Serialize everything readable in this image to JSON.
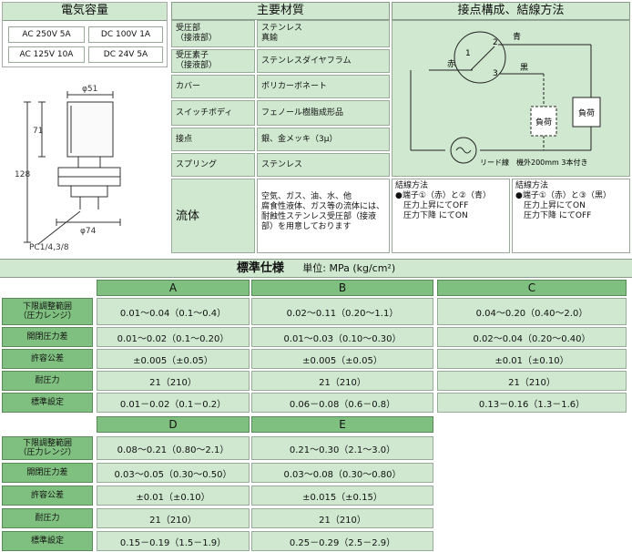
{
  "capacity": {
    "title": "電気容量",
    "cells": [
      "AC 250V 5A",
      "DC 100V 1A",
      "AC 125V 10A",
      "DC 24V 5A"
    ]
  },
  "dims": {
    "phi51": "φ51",
    "d71": "71",
    "d128": "128",
    "phi74": "φ74",
    "thread": "PC1/4,3/8"
  },
  "materials": {
    "title": "主要材質",
    "rows": [
      {
        "k": "受圧部\n（接液部）",
        "v": "ステンレス\n真鍮"
      },
      {
        "k": "受圧素子\n（接液部）",
        "v": "ステンレスダイヤフラム"
      },
      {
        "k": "カバー",
        "v": "ポリカーボネート"
      },
      {
        "k": "スイッチボディ",
        "v": "フェノール樹脂成形品"
      },
      {
        "k": "接点",
        "v": "銀、金メッキ（3μ）"
      },
      {
        "k": "スプリング",
        "v": "ステンレス"
      }
    ],
    "fluid_label": "流体",
    "fluid_value": "空気、ガス、油、水、他\n腐食性液体、ガス等の流体には、耐蝕性ステンレス受圧部（接液部）を用意しております"
  },
  "wiring": {
    "title": "接点構成、結線方法",
    "red": "赤",
    "blue": "青",
    "black": "黒",
    "n1": "1",
    "n2": "2",
    "n3": "3",
    "load": "負荷",
    "lead": "リード線　機外200mm 3本付き",
    "method1": {
      "title": "結線方法",
      "lines": [
        "●端子①（赤）と②（青）",
        "　圧力上昇にてOFF",
        "　圧力下降 にてON"
      ]
    },
    "method2": {
      "title": "結線方法",
      "lines": [
        "●端子①（赤）と③（黒）",
        "　圧力上昇にてON",
        "　圧力下降 にてOFF"
      ]
    }
  },
  "spec": {
    "title": "標準仕様",
    "unit": "単位: MPa (kg/cm²)",
    "row_labels": [
      [
        "下限調整範囲",
        "（圧力レンジ）"
      ],
      [
        "開閉圧力差",
        ""
      ],
      [
        "許容公差",
        ""
      ],
      [
        "耐圧力",
        ""
      ],
      [
        "標準設定",
        ""
      ]
    ],
    "group1": {
      "cols": [
        "A",
        "B",
        "C"
      ],
      "rows": [
        [
          "0.01～0.04（0.1～0.4）",
          "0.02～0.11（0.20～1.1）",
          "0.04～0.20（0.40～2.0）"
        ],
        [
          "0.01～0.02（0.1～0.20）",
          "0.01～0.03（0.10～0.30）",
          "0.02～0.04（0.20～0.40）"
        ],
        [
          "±0.005（±0.05）",
          "±0.005（±0.05）",
          "±0.01（±0.10）"
        ],
        [
          "21（210）",
          "21（210）",
          "21（210）"
        ],
        [
          "0.01－0.02（0.1－0.2）",
          "0.06－0.08（0.6－0.8）",
          "0.13－0.16（1.3－1.6）"
        ]
      ]
    },
    "group2": {
      "cols": [
        "D",
        "E"
      ],
      "rows": [
        [
          "0.08～0.21（0.80～2.1）",
          "0.21～0.30（2.1～3.0）"
        ],
        [
          "0.03～0.05（0.30～0.50）",
          "0.03～0.08（0.30～0.80）"
        ],
        [
          "±0.01（±0.10）",
          "±0.015（±0.15）"
        ],
        [
          "21（210）",
          "21（210）"
        ],
        [
          "0.15－0.19（1.5－1.9）",
          "0.25－0.29（2.5－2.9）"
        ]
      ]
    }
  }
}
